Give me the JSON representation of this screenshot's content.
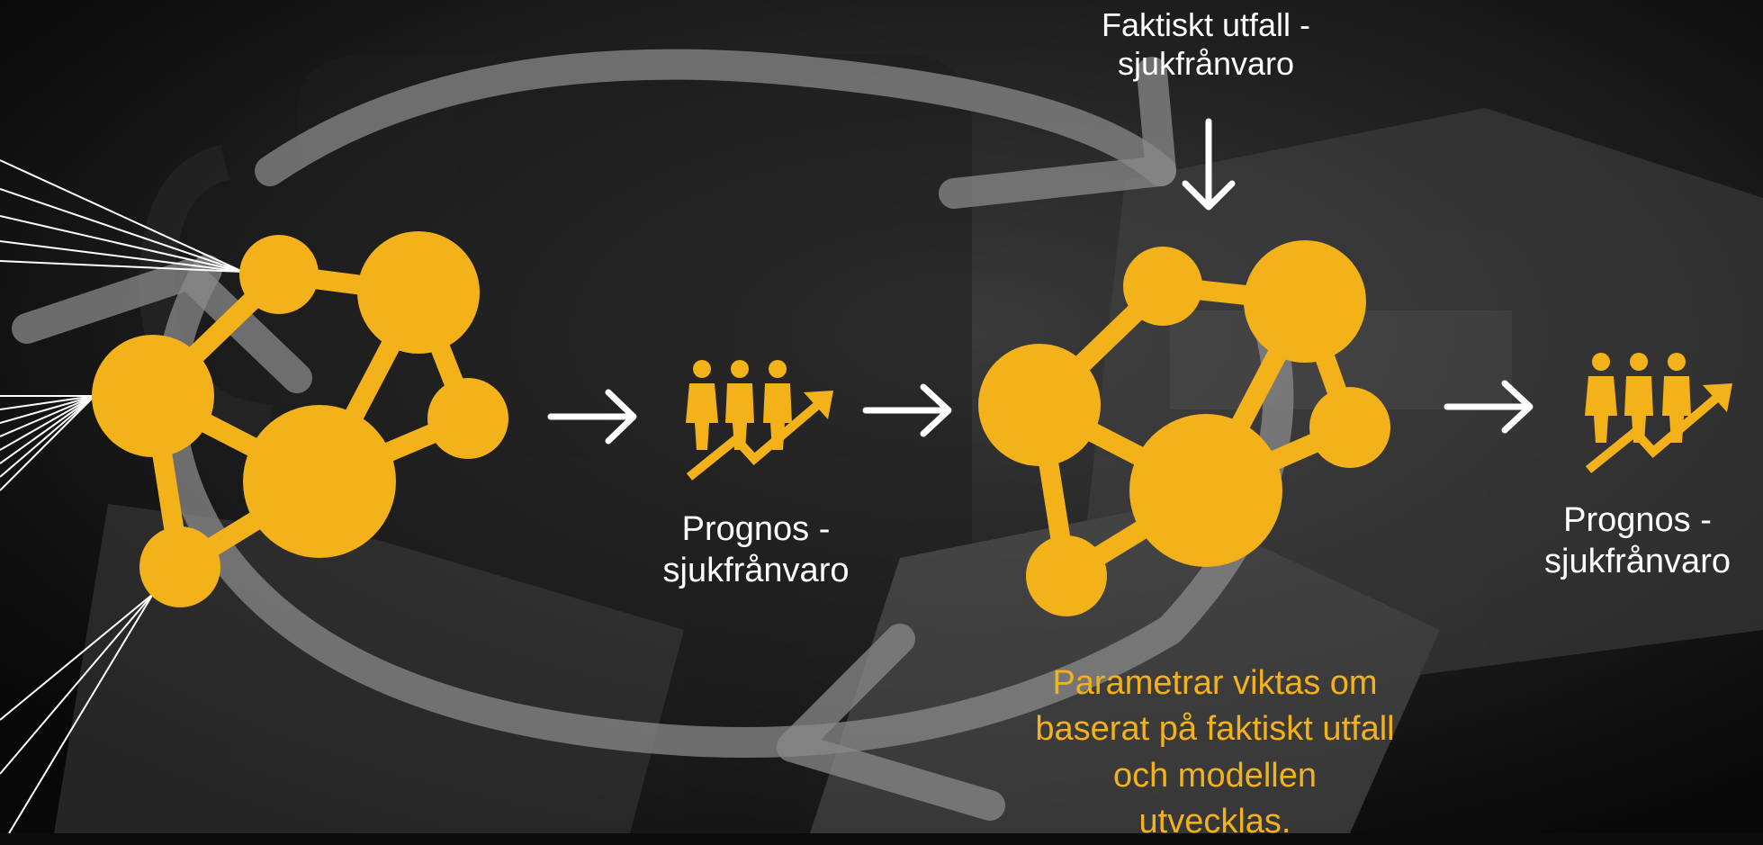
{
  "labels": {
    "faktiskt_utfall": [
      "Faktiskt utfall -",
      "sjukfrånvaro"
    ],
    "prognos_1": [
      "Prognos -",
      "sjukfrånvaro"
    ],
    "prognos_2": [
      "Prognos -",
      "sjukfrånvaro"
    ],
    "parametrar": [
      "Parametrar viktas om",
      "baserat på faktiskt utfall",
      "och modellen",
      "utvecklas."
    ]
  },
  "colors": {
    "accent": "#f3b11a",
    "background": "#0b0b0b",
    "cycle_arrow": "#8a8a8a",
    "text": "#ffffff"
  },
  "icons": [
    "network-icon",
    "people-growth-icon",
    "right-arrow-icon",
    "down-arrow-icon",
    "cycle-arrow-icon"
  ]
}
